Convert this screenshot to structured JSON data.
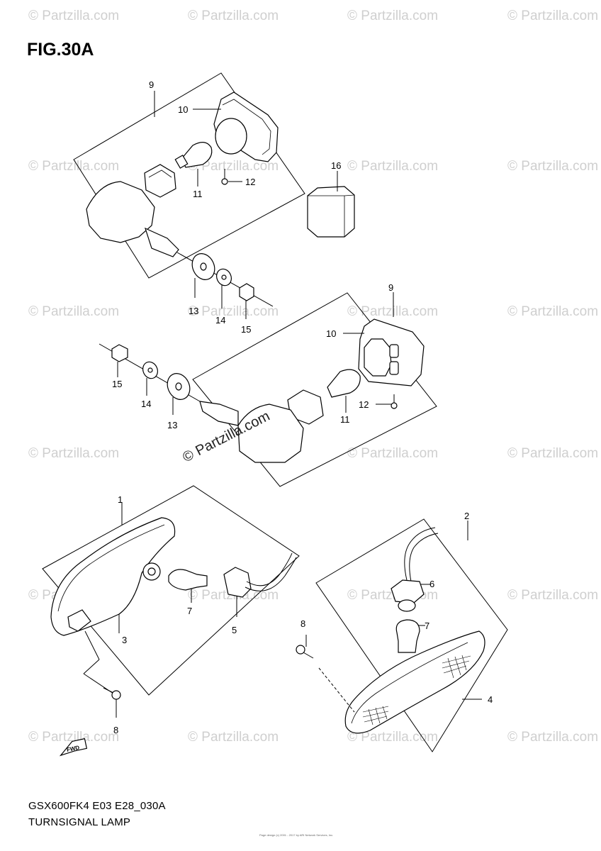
{
  "figure": {
    "title": "FIG.30A",
    "model_code": "GSX600FK4 E03 E28_030A",
    "name": "TURNSIGNAL LAMP",
    "footer_text": "Page design (c) 2001 - 2017 by ARI Network Services, Inc."
  },
  "watermark": {
    "text": "© Partzilla.com",
    "color": "#cfcfcf"
  },
  "fwd_label": "FWD",
  "callouts": {
    "c1": "1",
    "c2": "2",
    "c3": "3",
    "c4": "4",
    "c5": "5",
    "c6": "6",
    "c7a": "7",
    "c7b": "7",
    "c8a": "8",
    "c8b": "8",
    "c9a": "9",
    "c9b": "9",
    "c10a": "10",
    "c10b": "10",
    "c11a": "11",
    "c11b": "11",
    "c12a": "12",
    "c12b": "12",
    "c13a": "13",
    "c13b": "13",
    "c14a": "14",
    "c14b": "14",
    "c15a": "15",
    "c15b": "15",
    "c16": "16"
  }
}
